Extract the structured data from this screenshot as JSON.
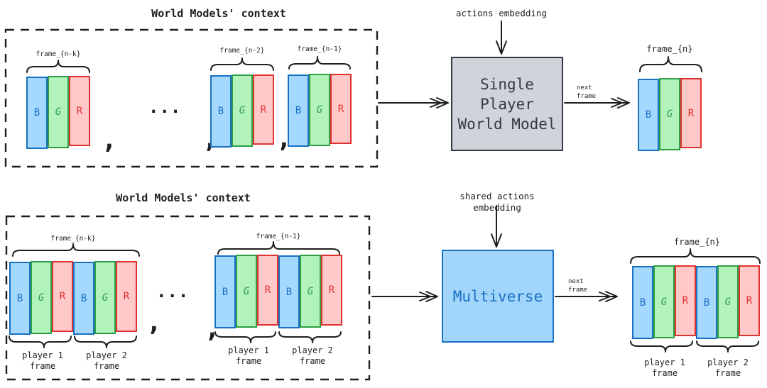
{
  "single_player": {
    "context_title": "World Models' context",
    "actions_label": "actions embedding",
    "model_lines": [
      "Single",
      "Player",
      "World Model"
    ],
    "next_frame_lines": [
      "next",
      "frame"
    ],
    "ellipsis": "...",
    "comma": ",",
    "context_frames": [
      {
        "label": "frame_{n-k}",
        "channels": [
          "B",
          "G",
          "R"
        ]
      },
      {
        "label": "frame_{n-2}",
        "channels": [
          "B",
          "G",
          "R"
        ]
      },
      {
        "label": "frame_{n-1}",
        "channels": [
          "B",
          "G",
          "R"
        ]
      }
    ],
    "output_frame": {
      "label": "frame_{n}",
      "channels": [
        "B",
        "G",
        "R"
      ]
    }
  },
  "multiverse": {
    "context_title": "World Models' context",
    "actions_label_lines": [
      "shared actions",
      "embedding"
    ],
    "model_name": "Multiverse",
    "next_frame_lines": [
      "next",
      "frame"
    ],
    "ellipsis": "...",
    "comma": ",",
    "player_frame_labels": [
      [
        "player 1",
        "frame"
      ],
      [
        "player 2",
        "frame"
      ]
    ],
    "context_frames": [
      {
        "label": "frame_{n-k}",
        "channels": [
          "B",
          "G",
          "R",
          "B",
          "G",
          "R"
        ]
      },
      {
        "label": "frame_{n-1}",
        "channels": [
          "B",
          "G",
          "R",
          "B",
          "G",
          "R"
        ]
      }
    ],
    "output_frame": {
      "label": "frame_{n}",
      "channels": [
        "B",
        "G",
        "R",
        "B",
        "G",
        "R"
      ]
    }
  },
  "colors": {
    "ink": "#1e1e1e",
    "blue_fill": "#a5d8ff",
    "blue_stroke": "#1971c2",
    "green_fill": "#b2f2bb",
    "green_stroke": "#2f9e44",
    "red_fill": "#ffc9c9",
    "red_stroke": "#e03131",
    "gray_box_fill": "#ced4da",
    "gray_box_stroke": "#343a40",
    "multiverse_fill": "#a1d5fc",
    "multiverse_stroke": "#1971c2"
  }
}
